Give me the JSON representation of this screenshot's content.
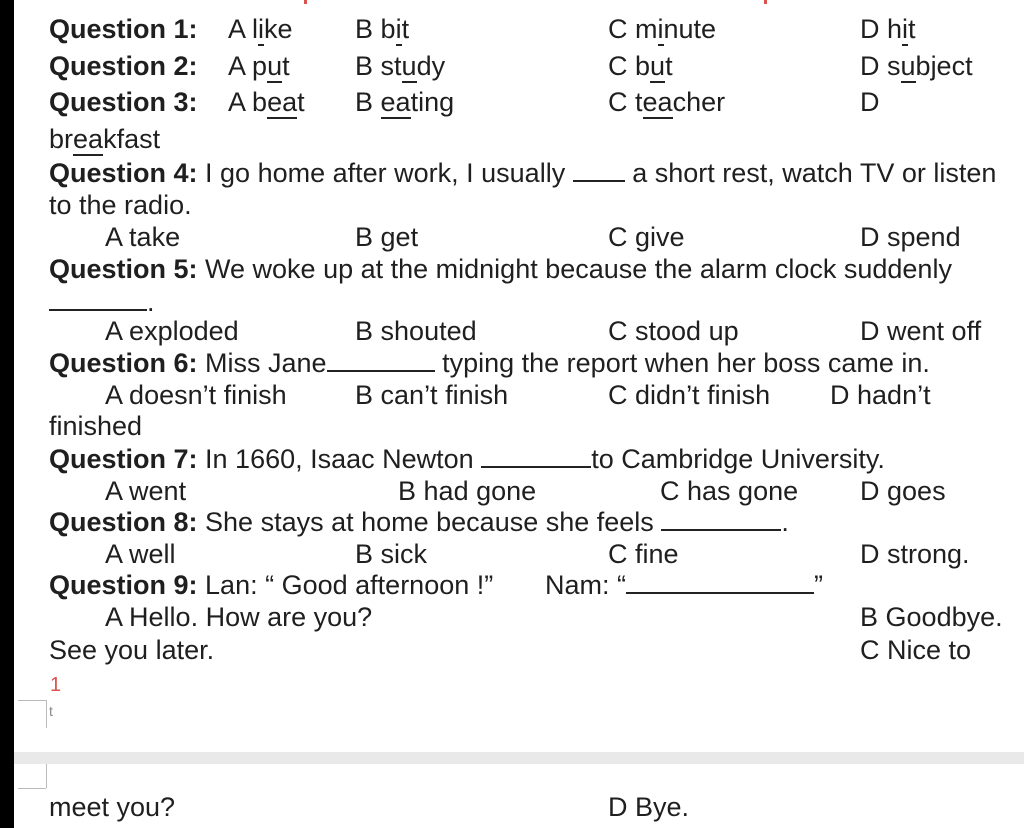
{
  "q1": {
    "label": "Question 1:",
    "a": "A",
    "a_pre": "l",
    "a_u": "i",
    "a_post": "ke",
    "b": "B",
    "b_pre": "b",
    "b_u": "i",
    "b_post": "t",
    "c": "C",
    "c_pre": "m",
    "c_u": "i",
    "c_post": "nute",
    "d": "D",
    "d_pre": "h",
    "d_u": "i",
    "d_post": "t"
  },
  "q2": {
    "label": "Question 2:",
    "a": "A",
    "a_pre": "p",
    "a_u": "u",
    "a_post": "t",
    "b": "B",
    "b_pre": "st",
    "b_u": "u",
    "b_post": "dy",
    "c": "C",
    "c_pre": "b",
    "c_u": "u",
    "c_post": "t",
    "d": "D",
    "d_pre": "s",
    "d_u": "u",
    "d_post": "bject"
  },
  "q3": {
    "label": "Question 3:",
    "a": "A",
    "a_pre": "b",
    "a_u": "ea",
    "a_post": "t",
    "b": "B",
    "b_pre": "",
    "b_u": "ea",
    "b_post": "ting",
    "c": "C",
    "c_pre": "t",
    "c_u": "ea",
    "c_post": "cher",
    "d": "D",
    "d_pre": "br",
    "d_u": "ea",
    "d_post": "kfast"
  },
  "q4": {
    "label": "Question 4:",
    "text1": "I go home after work, I usually",
    "text2": "a short rest, watch TV or listen",
    "text3": "to the radio.",
    "a": "A",
    "a_text": "take",
    "b": "B",
    "b_text": "get",
    "c": "C",
    "c_text": "give",
    "d": "D",
    "d_text": "spend"
  },
  "q5": {
    "label": "Question 5:",
    "text1": "We woke up at the midnight because the alarm clock suddenly",
    "text2": ".",
    "a": "A",
    "a_text": "exploded",
    "b": "B",
    "b_text": "shouted",
    "c": "C",
    "c_text": "stood up",
    "d": "D",
    "d_text": "went off"
  },
  "q6": {
    "label": "Question 6:",
    "text1": "Miss Jane",
    "text2": "typing the report when her boss came in.",
    "a": "A",
    "a_text": "doesn’t finish",
    "b": "B",
    "b_text": "can’t finish",
    "c": "C",
    "c_text": "didn’t finish",
    "d": "D",
    "d_text": "hadn’t",
    "d_text2": "finished"
  },
  "q7": {
    "label": "Question 7:",
    "text1": "In 1660, Isaac Newton",
    "text2": "to Cambridge University.",
    "a": "A",
    "a_text": "went",
    "b": "B",
    "b_text": "had gone",
    "c": "C",
    "c_text": "has gone",
    "d": "D",
    "d_text": "goes"
  },
  "q8": {
    "label": "Question 8:",
    "text1": "She stays at home because she feels",
    "text2": ".",
    "a": "A",
    "a_text": "well",
    "b": "B",
    "b_text": "sick",
    "c": "C",
    "c_text": "fine",
    "d": "D",
    "d_text": "strong."
  },
  "q9": {
    "label": "Question 9:",
    "lan": "Lan:",
    "lan_text": "“ Good afternoon !”",
    "nam": "Nam:",
    "nam_open": "“",
    "nam_close": "”",
    "a": "A",
    "a_text": "Hello. How are you?",
    "b": "B",
    "b_text": "Goodbye.",
    "b_text2": "See you later.",
    "c": "C",
    "c_text": "Nice to",
    "c_text2": "meet you?",
    "d": "D",
    "d_text": "Bye."
  },
  "marks": {
    "red_number": "1",
    "small_t": "t"
  },
  "colors": {
    "text": "#1f1f1f",
    "red": "#d9534f",
    "background": "#000000",
    "divider": "#e9e9e9"
  }
}
